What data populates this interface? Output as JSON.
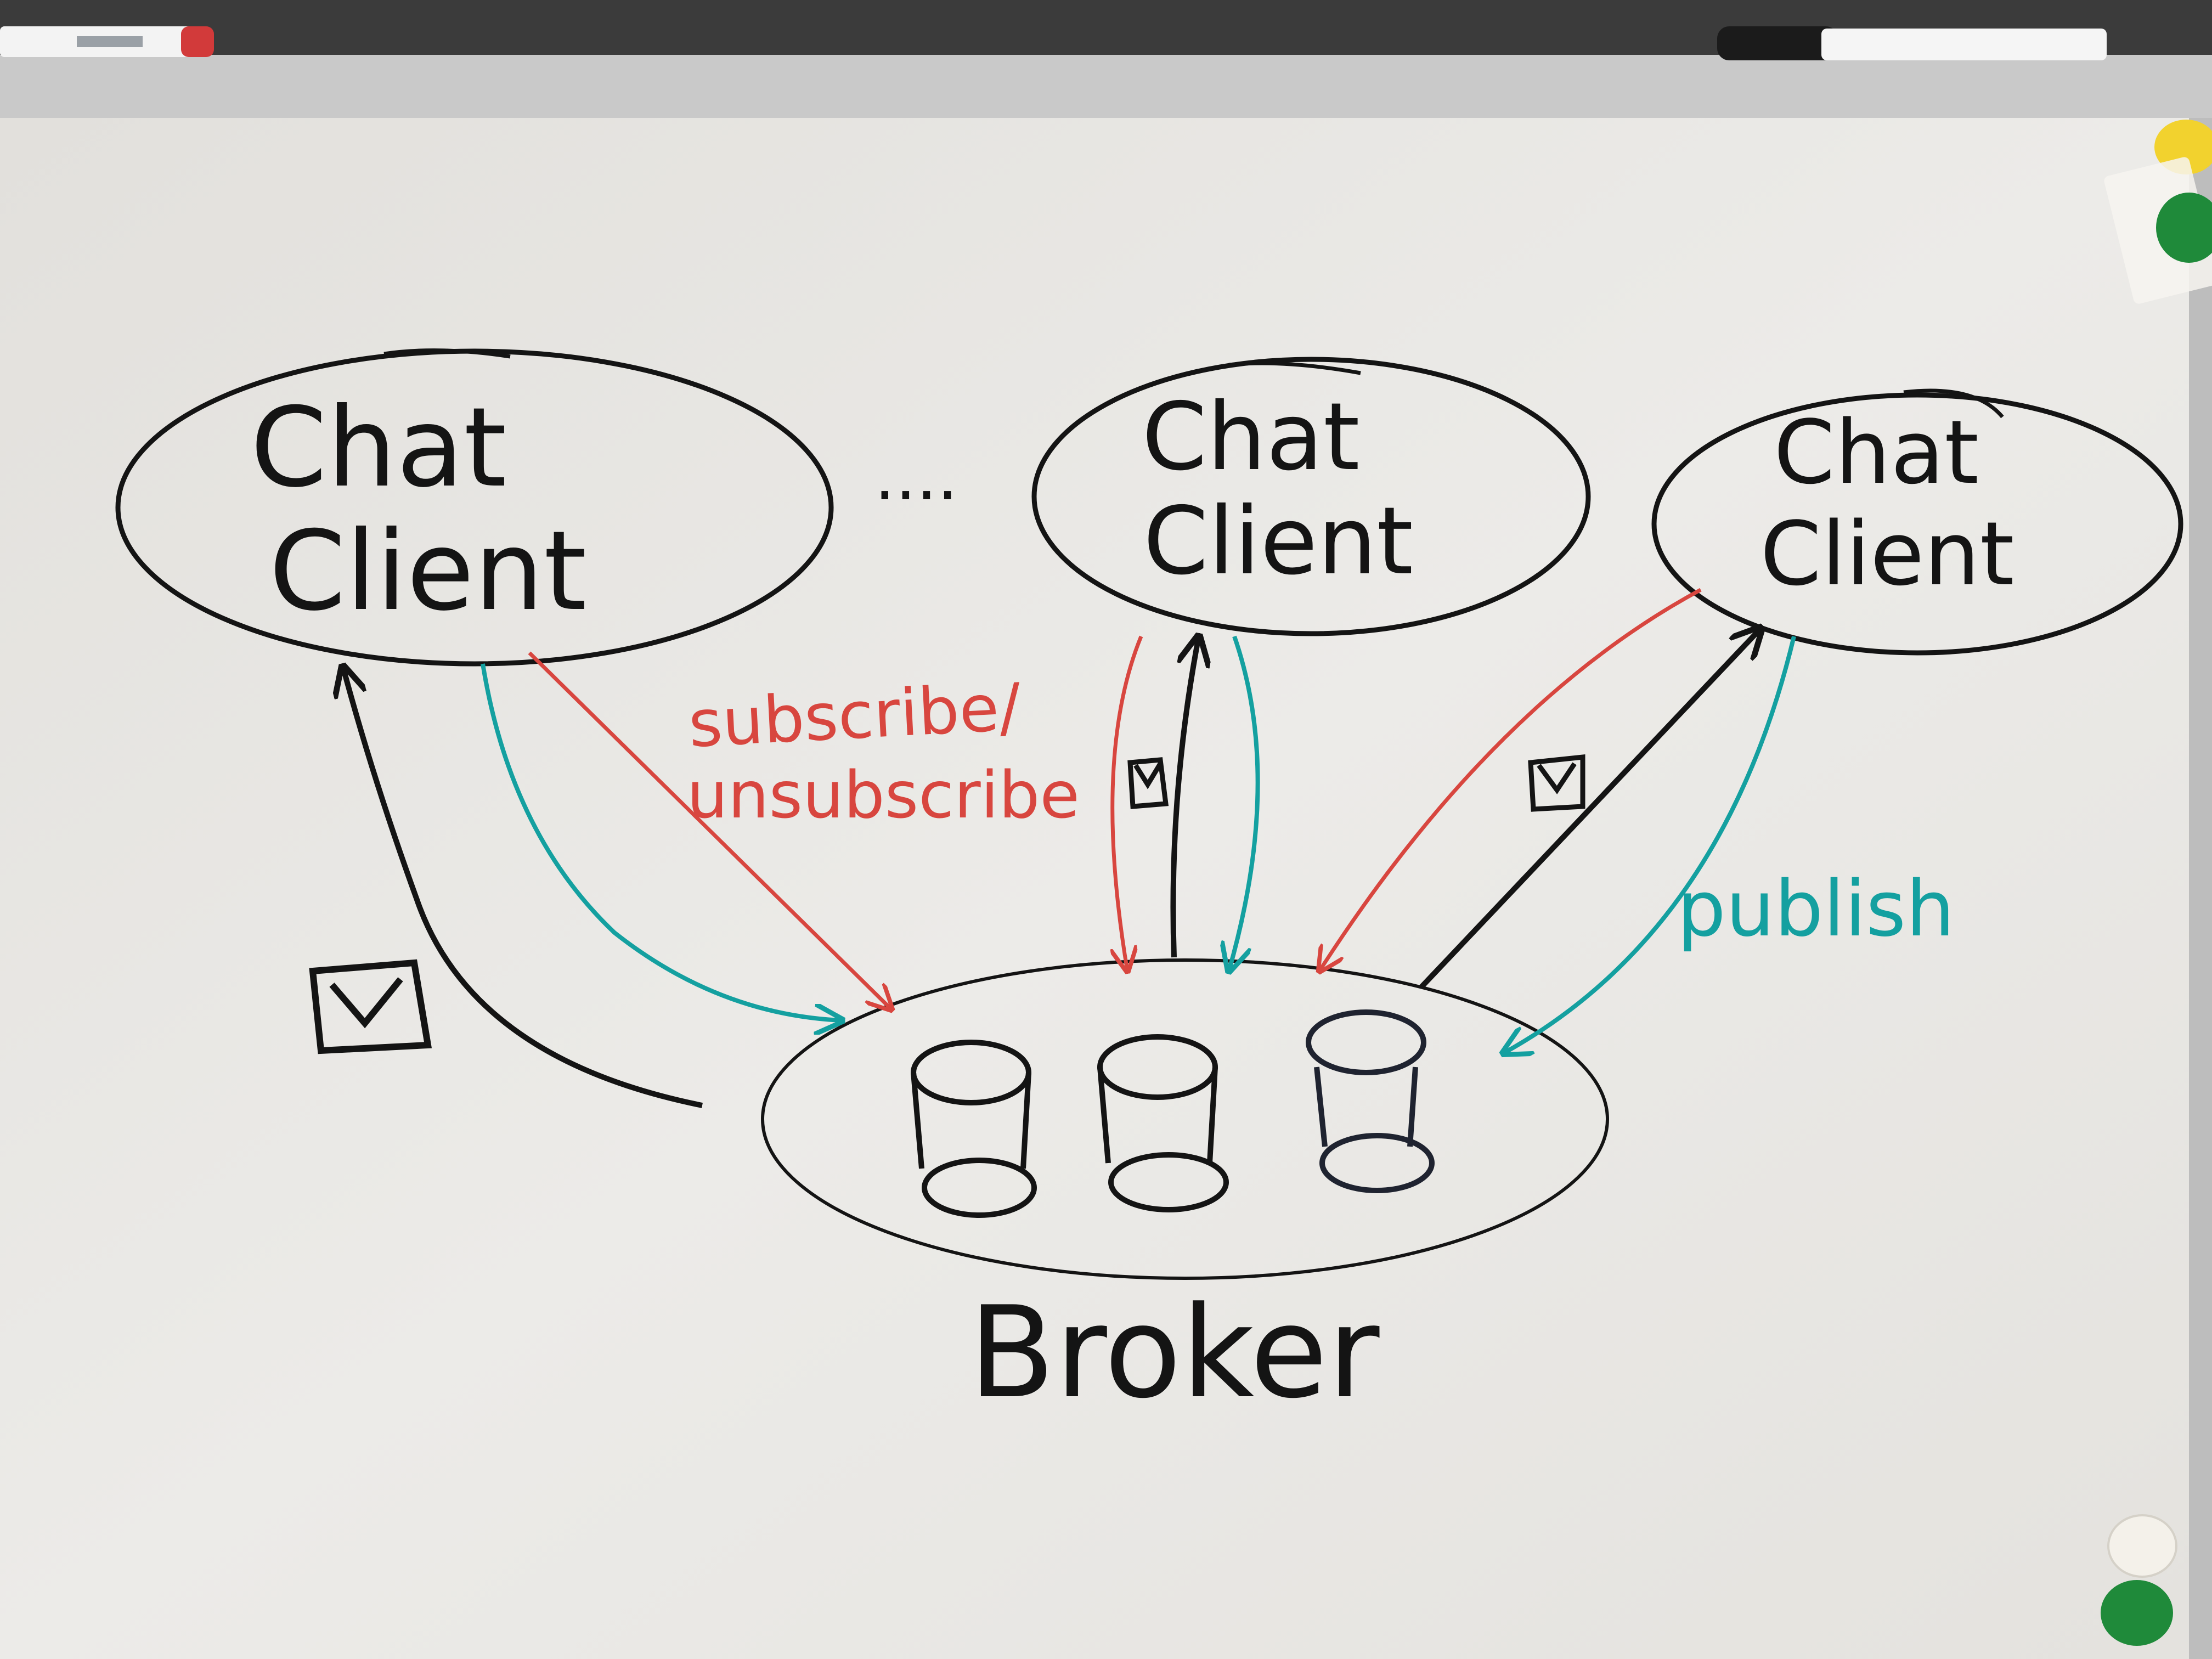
{
  "diagram": {
    "nodes": {
      "client_left": {
        "line1": "Chat",
        "line2": "Client"
      },
      "client_middle": {
        "line1": "Chat",
        "line2": "Client"
      },
      "client_right": {
        "line1": "Chat",
        "line2": "Client"
      },
      "broker": {
        "label": "Broker"
      }
    },
    "ellipsis": "....",
    "labels": {
      "subscribe_line1": "subscribe/",
      "subscribe_line2": "unsubscribe",
      "publish": "publish"
    }
  },
  "colors": {
    "board": "#e9e7e3",
    "ink_black": "#141414",
    "ink_red": "#d8463f",
    "ink_teal": "#14a0a0",
    "frame": "#c9c9c9",
    "magnet_yellow": "#f2d22e",
    "magnet_green": "#1f8a3a",
    "magnet_white": "#f4f1ea"
  },
  "icons": {
    "message": "envelope-icon",
    "queue": "queue-cylinder-icon"
  }
}
